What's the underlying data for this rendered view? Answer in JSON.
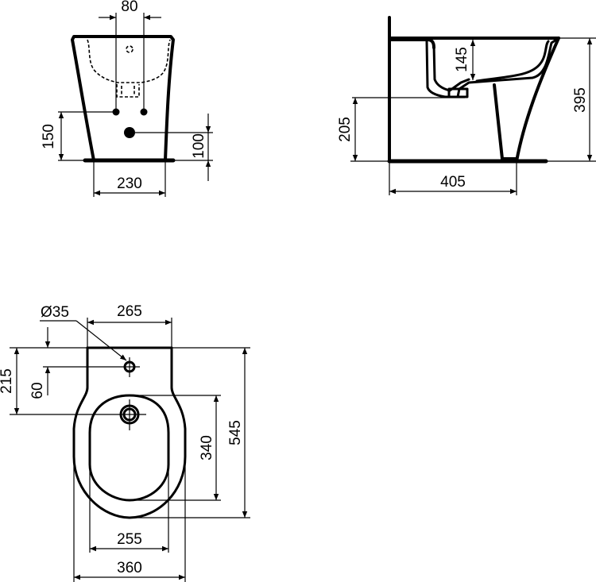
{
  "title": "Bidet technical drawing",
  "units": "mm",
  "colors": {
    "line": "#000000",
    "background": "#ffffff"
  },
  "views": {
    "front": {
      "dimensions": {
        "tap_holes_spacing": "80",
        "supply_height": "150",
        "waste_height": "100",
        "base_width": "230"
      }
    },
    "side": {
      "dimensions": {
        "bowl_depth": "145",
        "outlet_height": "205",
        "total_height": "395",
        "depth_to_foot": "405"
      }
    },
    "top": {
      "dimensions": {
        "tap_hole_diameter": "Ø35",
        "back_width": "265",
        "tap_hole_offset": "60",
        "drain_offset": "215",
        "bowl_length": "340",
        "total_length": "545",
        "bowl_width": "255",
        "total_width": "360"
      }
    }
  }
}
